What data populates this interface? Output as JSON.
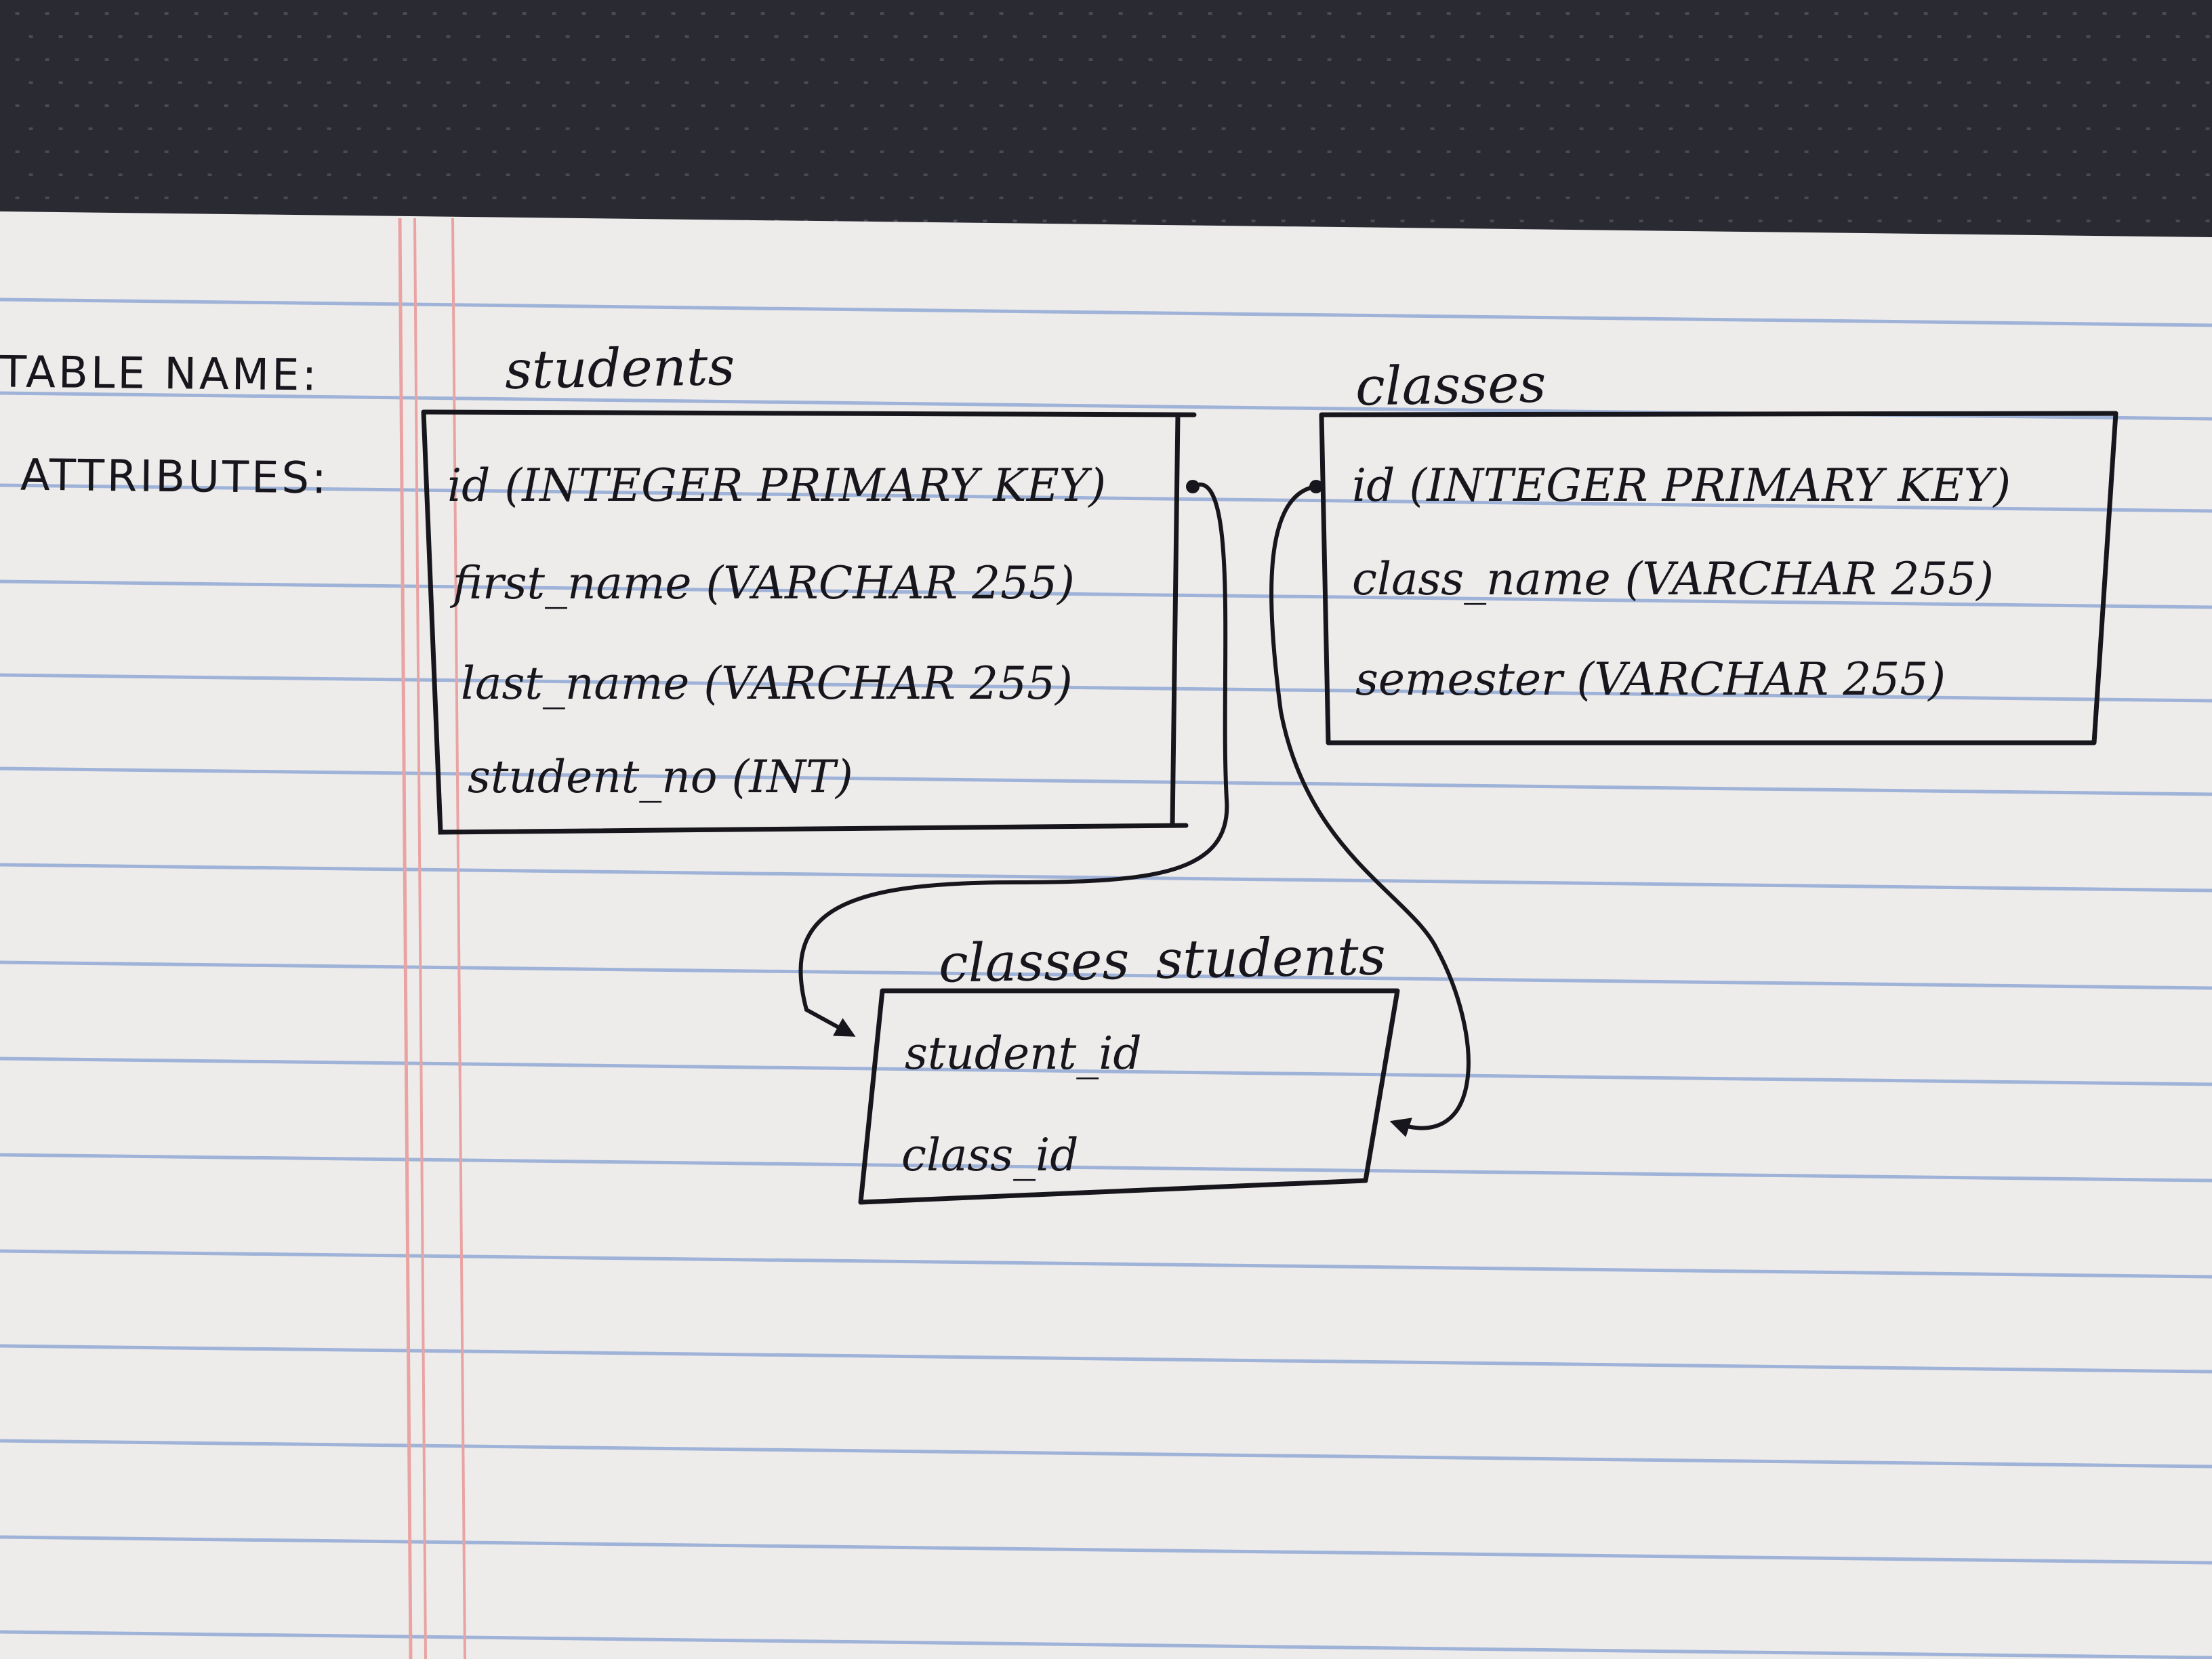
{
  "diagram": {
    "header_labels": {
      "table_name": "TABLE NAME:",
      "attributes": "ATTRIBUTES:"
    },
    "tables": [
      {
        "name": "students",
        "attributes": [
          "id (INTEGER PRIMARY KEY)",
          "first_name (VARCHAR 255)",
          "last_name (VARCHAR 255)",
          "student_no (INT)"
        ]
      },
      {
        "name": "classes",
        "attributes": [
          "id (INTEGER PRIMARY KEY)",
          "class_name (VARCHAR 255)",
          "semester (VARCHAR 255)"
        ]
      },
      {
        "name": "classes_students",
        "attributes": [
          "student_id",
          "class_id"
        ]
      }
    ],
    "relationships": [
      {
        "from": "students.id",
        "to": "classes_students.student_id"
      },
      {
        "from": "classes.id",
        "to": "classes_students.class_id"
      }
    ]
  },
  "colors": {
    "background": "#2a2a33",
    "paper": "#eeecea",
    "rule_line": "#9fb2d8",
    "margin_line": "#e9a3a3",
    "ink": "#17161c"
  }
}
